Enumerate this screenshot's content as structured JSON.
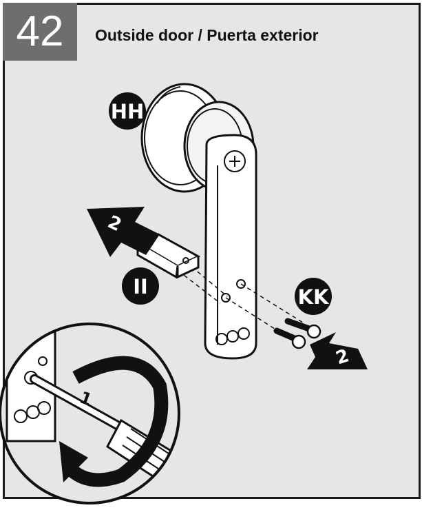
{
  "step": {
    "number": "42"
  },
  "title": "Outside door / Puerta exterior",
  "callouts": {
    "handle": "HH",
    "cover": "II",
    "screws": "KK"
  },
  "arrows": {
    "pull_off_label": "2",
    "screws_out_label": "2",
    "turn_label": "1"
  },
  "icons": [
    "phillips-screwdriver-icon",
    "counterclockwise-arrow-icon"
  ],
  "colors": {
    "panel_bg": "#e6e6e6",
    "step_box": "#6e6e6e",
    "ink": "#111111",
    "callout_bg": "#111111"
  }
}
